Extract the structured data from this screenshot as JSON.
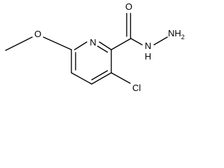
{
  "molecule": {
    "atoms": {
      "ring_n": "N",
      "carbonyl_o": "O",
      "amide_nh": "N",
      "amide_h": "H",
      "terminal_nh2": "NH",
      "terminal_nh2_sub": "2",
      "methoxy_o": "O",
      "chloro": "Cl"
    }
  },
  "colors": {
    "bond": "#000000",
    "text": "#000000",
    "background": "#ffffff"
  }
}
